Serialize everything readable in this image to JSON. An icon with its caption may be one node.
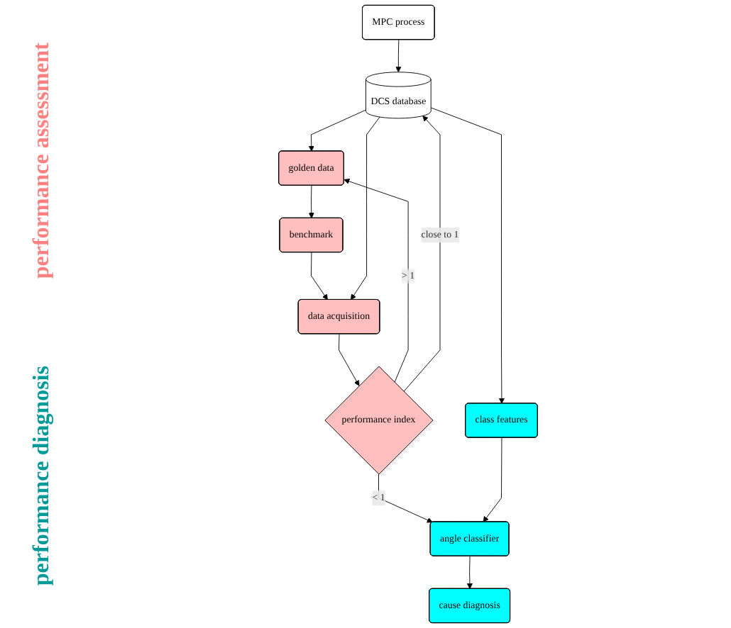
{
  "diagram": {
    "nodes": [
      {
        "text": [
          "MPC process"
        ]
      },
      {
        "text": [
          "DCS database"
        ]
      },
      {
        "text": [
          "golden data"
        ]
      },
      {
        "text": [
          "benchmark"
        ]
      },
      {
        "text": [
          "data acquisition"
        ]
      },
      {
        "text": [
          "performance index"
        ]
      },
      {
        "text": [
          "angle classifier"
        ]
      },
      {
        "text": [
          "class features"
        ]
      },
      {
        "text": [
          "cause diagnosis"
        ]
      }
    ],
    "edges": [
      {
        "from": 0,
        "to": 1,
        "arrow": "to"
      },
      {
        "from": 1,
        "to": 2,
        "arrow": "to"
      },
      {
        "from": 2,
        "to": 3,
        "arrow": "to"
      },
      {
        "from": 3,
        "to": 4,
        "arrow": "to"
      },
      {
        "from": 1,
        "to": 4,
        "arrow": "to"
      },
      {
        "from": 4,
        "to": 5,
        "arrow": "to"
      },
      {
        "from": 5,
        "to": 2,
        "label": "> 1",
        "arrow": "to"
      },
      {
        "from": 5,
        "to": 1,
        "label": "close to 1",
        "arrow": "to"
      },
      {
        "from": 5,
        "to": 6,
        "label": "< 1",
        "arrow": "to"
      },
      {
        "from": 1,
        "to": 7,
        "arrow": "to"
      },
      {
        "from": 7,
        "to": 6,
        "arrow": "to"
      },
      {
        "from": 6,
        "to": 8,
        "arrow": "to"
      }
    ],
    "labels": [
      "performance assessment",
      "performance diagnosis"
    ]
  }
}
